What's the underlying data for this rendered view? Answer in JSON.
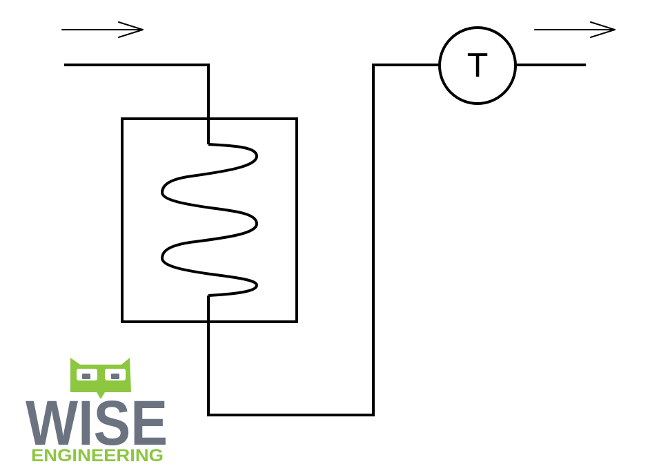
{
  "sensor": {
    "label": "T"
  },
  "logo": {
    "word": "WISE",
    "subtitle": "ENGINEERING",
    "colors": {
      "word": "#6b7380",
      "accent": "#8dc63f"
    }
  }
}
